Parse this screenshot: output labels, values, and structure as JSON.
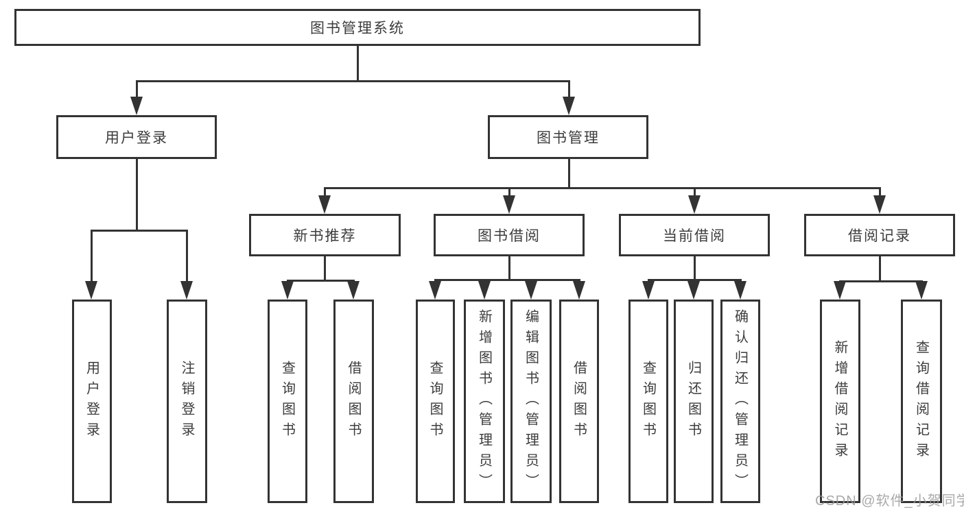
{
  "tree": {
    "root": {
      "label": "图书管理系统",
      "children": [
        {
          "label": "用户登录",
          "children": [
            {
              "label": "用户登录"
            },
            {
              "label": "注销登录"
            }
          ]
        },
        {
          "label": "图书管理",
          "children": [
            {
              "label": "新书推荐",
              "children": [
                {
                  "label": "查询图书"
                },
                {
                  "label": "借阅图书"
                }
              ]
            },
            {
              "label": "图书借阅",
              "children": [
                {
                  "label": "查询图书"
                },
                {
                  "label": "新增图书（管理员）"
                },
                {
                  "label": "编辑图书（管理员）"
                },
                {
                  "label": "借阅图书"
                }
              ]
            },
            {
              "label": "当前借阅",
              "children": [
                {
                  "label": "查询图书"
                },
                {
                  "label": "归还图书"
                },
                {
                  "label": "确认归还（管理员）"
                }
              ]
            },
            {
              "label": "借阅记录",
              "children": [
                {
                  "label": "新增借阅记录"
                },
                {
                  "label": "查询借阅记录"
                }
              ]
            }
          ]
        }
      ]
    }
  },
  "watermark": {
    "text": "CSDN @软件_小贺同学"
  },
  "colors": {
    "line": "#333333",
    "box_background": "#ffffff",
    "text": "#3c3c3c",
    "watermark": "#9b9b9b",
    "page_background": "#ffffff"
  }
}
